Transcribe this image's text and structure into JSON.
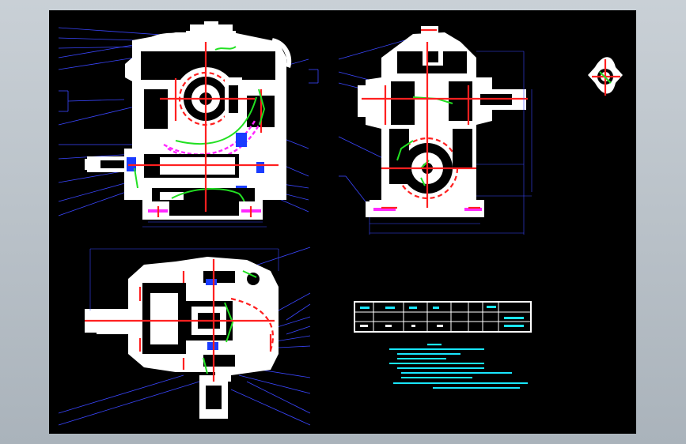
{
  "viewport": {
    "background": "#000000",
    "frame": "#aab3bb"
  },
  "colors": {
    "part": "#ffffff",
    "leader": "#3a46ff",
    "centerline": "#ff2020",
    "gasket": "#22e022",
    "bearing": "#ff28ff",
    "notes": "#19e6ff"
  },
  "views": [
    {
      "name": "front-view"
    },
    {
      "name": "side-view"
    },
    {
      "name": "top-view"
    },
    {
      "name": "detail-view"
    }
  ]
}
